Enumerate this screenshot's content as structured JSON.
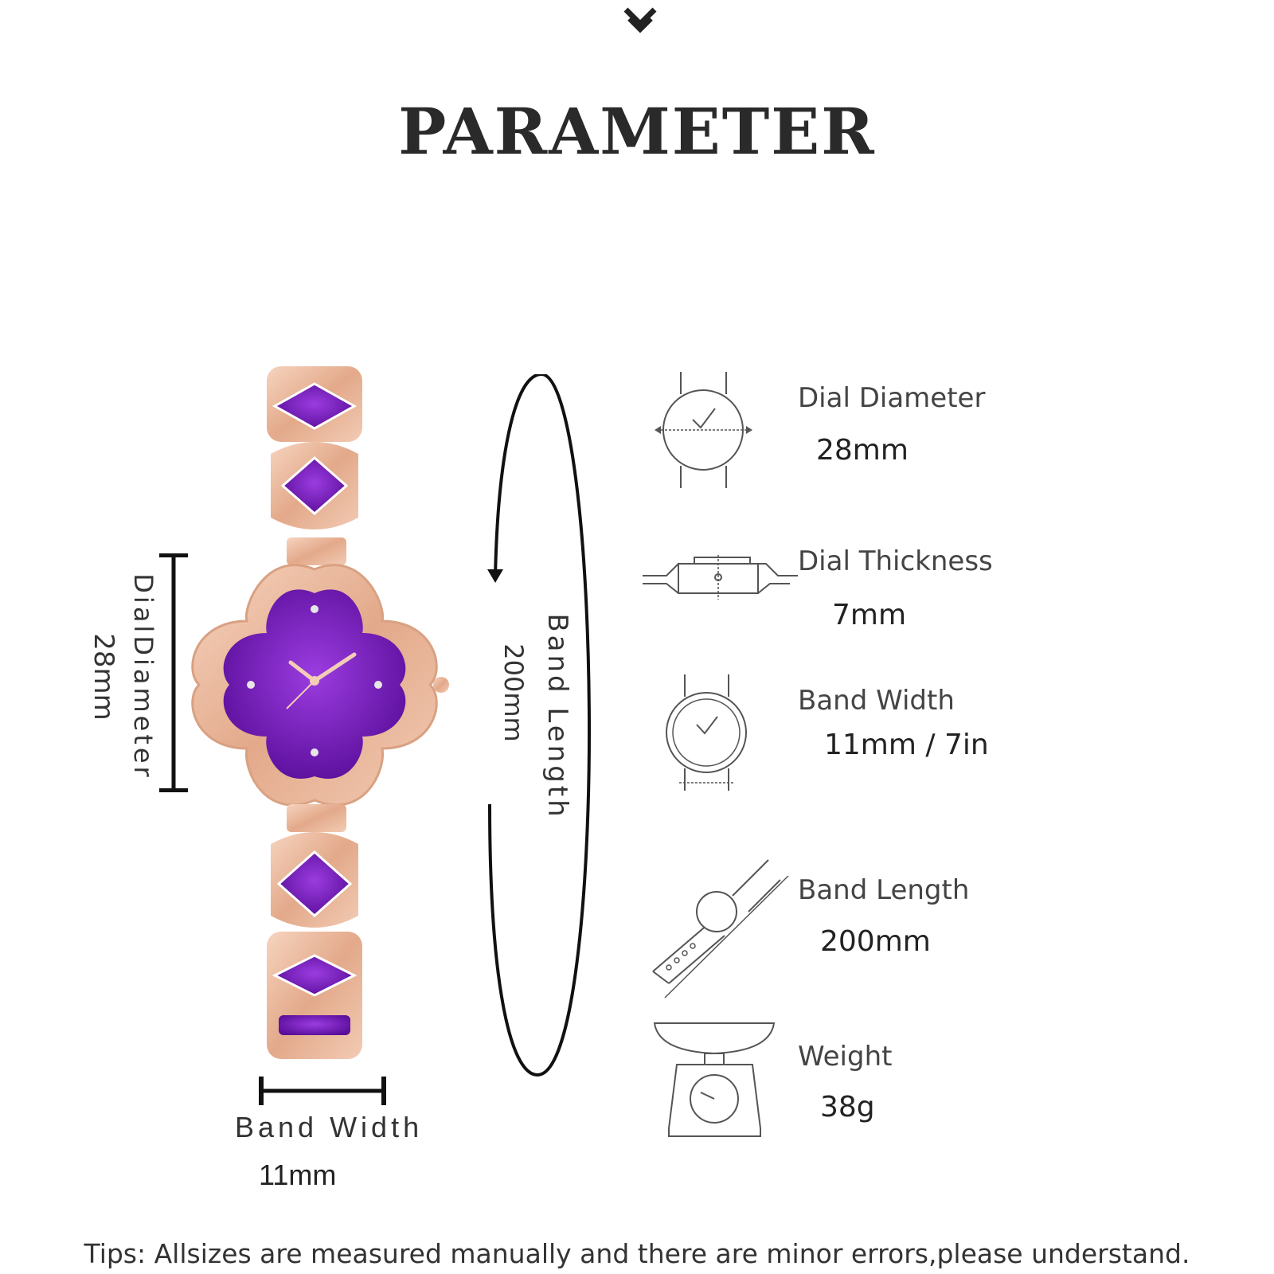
{
  "header": {
    "chevron_icon": "chevron-down-icon",
    "title": "PARAMETER"
  },
  "left_measure": {
    "dial_value": "28mm",
    "dial_label": "DialDiameter"
  },
  "loop_measure": {
    "value": "200mm",
    "label": "Band Length"
  },
  "band_width_measure": {
    "label": "Band Width",
    "value": "11mm"
  },
  "specs": [
    {
      "icon": "watch-dial-diameter-icon",
      "label": "Dial Diameter",
      "value": "28mm"
    },
    {
      "icon": "watch-dial-thickness-icon",
      "label": "Dial Thickness",
      "value": "7mm"
    },
    {
      "icon": "watch-band-width-icon",
      "label": "Band Width",
      "value": "11mm / 7in"
    },
    {
      "icon": "watch-band-length-icon",
      "label": "Band Length",
      "value": "200mm"
    },
    {
      "icon": "scale-weight-icon",
      "label": "Weight",
      "value": "38g"
    }
  ],
  "tips": "Tips:  Allsizes are measured manually and there are minor errors,please understand.",
  "colors": {
    "dial_purple": "#7a1fc2",
    "rose_gold": "#e9b99e",
    "line": "#333333"
  }
}
